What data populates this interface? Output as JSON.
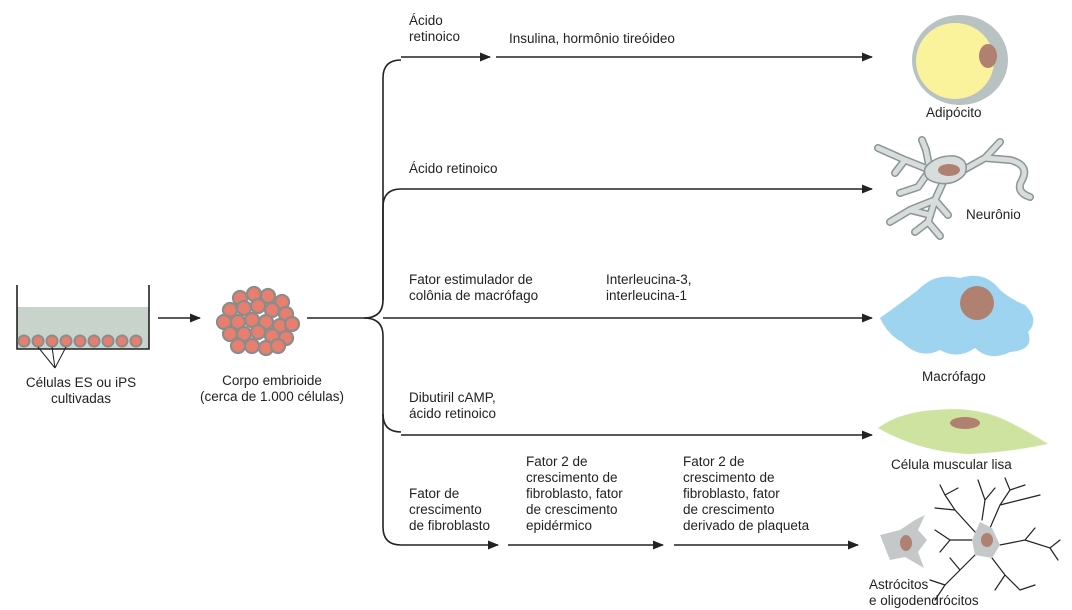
{
  "start": {
    "dish_label": "Células ES ou iPS\ncultivadas",
    "body_label": "Corpo embrioide\n(cerca de 1.000 células)"
  },
  "branches": [
    {
      "factors": [
        "Ácido\nretinoico",
        "Insulina, hormônio tireóideo"
      ],
      "cell": "Adipócito"
    },
    {
      "factors": [
        "Ácido retinoico"
      ],
      "cell": "Neurônio"
    },
    {
      "factors": [
        "Fator estimulador de\n colônia de macrófago",
        "Interleucina-3,\ninterleucina-1"
      ],
      "cell": "Macrófago"
    },
    {
      "factors": [
        "Dibutiril cAMP,\nácido retinoico"
      ],
      "cell": "Célula muscular lisa"
    },
    {
      "factors": [
        "Fator de\ncrescimento\nde fibroblasto",
        "Fator 2 de\ncrescimento de\nfibroblasto, fator\nde crescimento\nepidérmico",
        "Fator 2 de\ncrescimento de\nfibroblasto, fator\nde crescimento\nderivado de plaqueta"
      ],
      "cell": "Astrócitos\ne oligodendrócitos"
    }
  ],
  "colors": {
    "line": "#222222",
    "medium": "#c8d3cc",
    "cell_pink": "#e87f6e",
    "cell_gray": "#8c8c8c",
    "adipocyte_fat": "#fbf39c",
    "adipocyte_rim": "#b9c2c2",
    "nucleus": "#b08070",
    "neuron": "#d7dddd",
    "macrophage": "#9fd4f0",
    "smooth_muscle": "#cfe3a0",
    "glia": "#c4c8c8"
  }
}
